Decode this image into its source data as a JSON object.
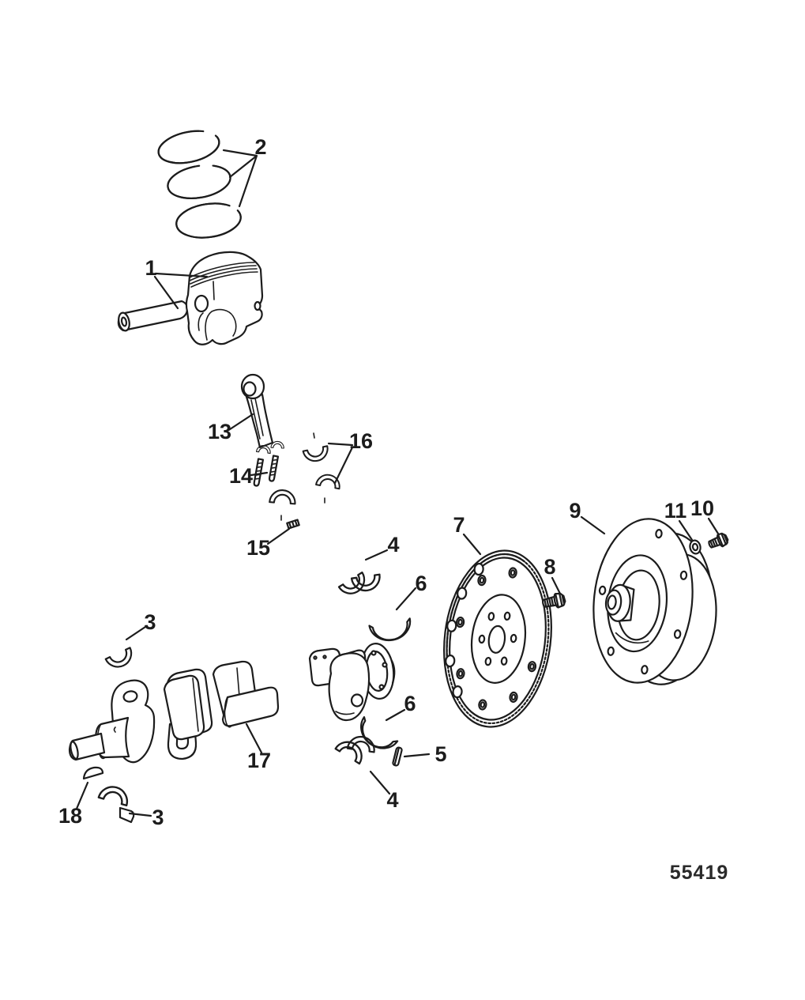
{
  "figure": {
    "background": "#ffffff",
    "line_color": "#1c1c1c",
    "drawing_number": "55419",
    "callouts": [
      {
        "label": "1",
        "part": "piston-and-pin"
      },
      {
        "label": "2",
        "part": "piston-rings"
      },
      {
        "label": "13",
        "part": "connecting-rod"
      },
      {
        "label": "14",
        "part": "rod-bolts"
      },
      {
        "label": "16",
        "part": "rod-bearings"
      },
      {
        "label": "15",
        "part": "dowel-pin"
      },
      {
        "label": "4",
        "part": "main-bearing-upper"
      },
      {
        "label": "6",
        "part": "thrust-washer-upper"
      },
      {
        "label": "3",
        "part": "main-bearing-front"
      },
      {
        "label": "7",
        "part": "flywheel"
      },
      {
        "label": "8",
        "part": "flywheel-bolt"
      },
      {
        "label": "9",
        "part": "drive-coupler"
      },
      {
        "label": "11",
        "part": "washer"
      },
      {
        "label": "10",
        "part": "coupler-bolt"
      },
      {
        "label": "17",
        "part": "crankshaft"
      },
      {
        "label": "6",
        "part": "thrust-washer-lower"
      },
      {
        "label": "5",
        "part": "crankshaft-key"
      },
      {
        "label": "4",
        "part": "main-bearing-lower"
      },
      {
        "label": "18",
        "part": "woodruff-key"
      },
      {
        "label": "3",
        "part": "main-bearing-lower-left"
      }
    ]
  }
}
